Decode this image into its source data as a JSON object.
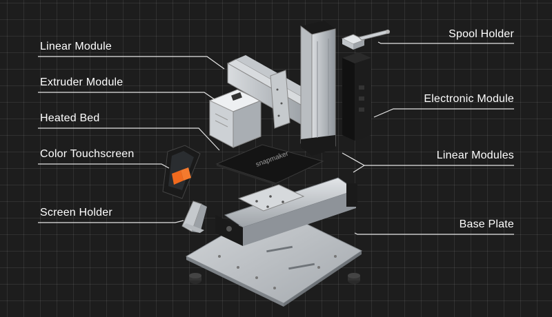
{
  "labels": {
    "linear_module": "Linear Module",
    "extruder_module": "Extruder Module",
    "heated_bed": "Heated Bed",
    "color_touchscreen": "Color Touchscreen",
    "screen_holder": "Screen Holder",
    "spool_holder": "Spool Holder",
    "electronic_module": "Electronic Module",
    "linear_modules": "Linear Modules",
    "base_plate": "Base Plate"
  },
  "bed_brand": "snapmaker",
  "colors": {
    "background": "#1d1d1d",
    "text": "#ffffff",
    "leader": "#e6e6e6",
    "aluminum": "#bfc3c7",
    "dark_part": "#151515",
    "touchscreen_accent": "#f06a1e"
  }
}
